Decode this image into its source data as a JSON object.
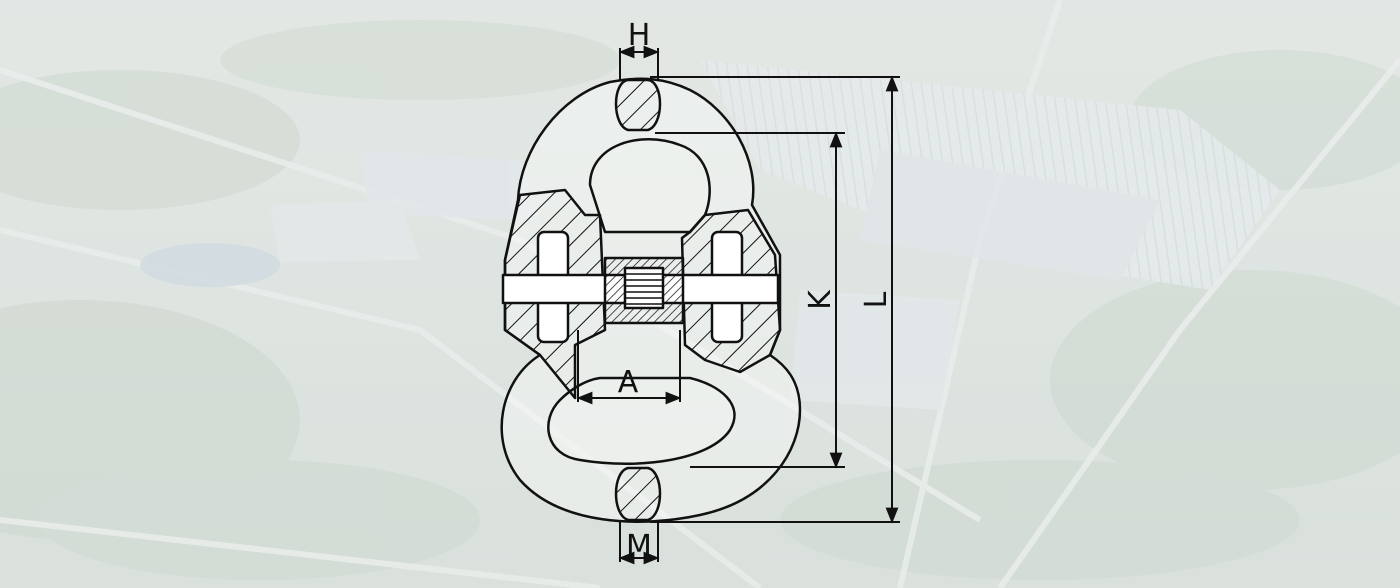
{
  "background": {
    "description_icon": "aerial-factory-photo",
    "tint": "#dfe6e2"
  },
  "drawing": {
    "stroke_color": "#111111",
    "dimensions": {
      "H": "H",
      "M": "M",
      "A": "A",
      "K": "K",
      "L": "L"
    }
  }
}
